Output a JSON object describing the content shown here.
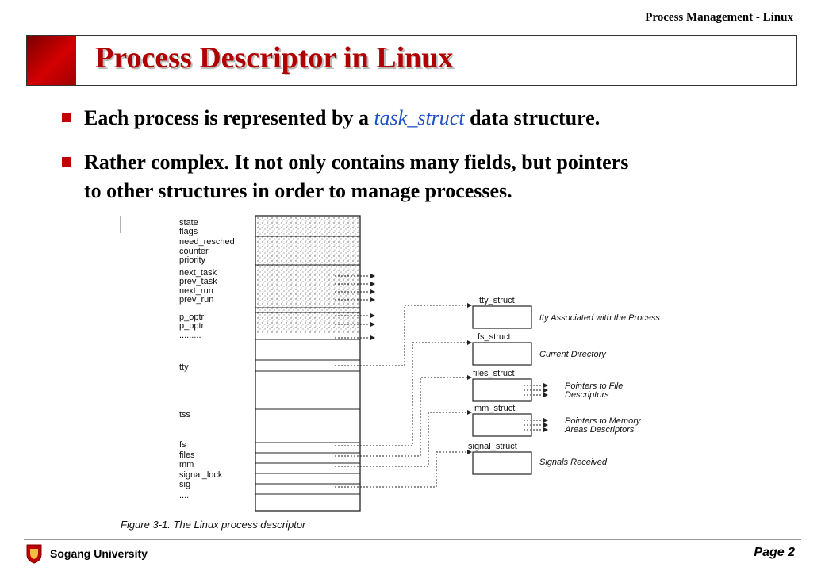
{
  "header": {
    "section": "Process Management - Linux"
  },
  "slide": {
    "title": "Process Descriptor in Linux",
    "bullet1": {
      "pre": "Each process is represented by a ",
      "term": "task_struct",
      "post": " data structure."
    },
    "bullet2": {
      "line1": "Rather complex. It not only contains many fields, but pointers",
      "line2": "to other structures in order to manage processes."
    }
  },
  "figure": {
    "caption": "Figure 3-1. The Linux process descriptor",
    "fields": [
      "state",
      "flags",
      "need_resched",
      "counter",
      "priority",
      "next_task",
      "prev_task",
      "next_run",
      "prev_run",
      "p_optr",
      "p_pptr",
      ".........",
      "tty",
      "tss",
      "fs",
      "files",
      "mm",
      "signal_lock",
      "sig",
      "...."
    ],
    "structs": [
      {
        "name": "tty_struct",
        "desc": "tty Associated with the Process"
      },
      {
        "name": "fs_struct",
        "desc": "Current Directory"
      },
      {
        "name": "files_struct",
        "desc": "Pointers to File",
        "desc2": "Descriptors"
      },
      {
        "name": "mm_struct",
        "desc": "Pointers to Memory",
        "desc2": "Areas Descriptors"
      },
      {
        "name": "signal_struct",
        "desc": "Signals Received"
      }
    ]
  },
  "footer": {
    "university": "Sogang University",
    "page": "Page 2"
  },
  "colors": {
    "accent": "#c00000",
    "title": "#b00000",
    "term": "#1f4fc8"
  }
}
